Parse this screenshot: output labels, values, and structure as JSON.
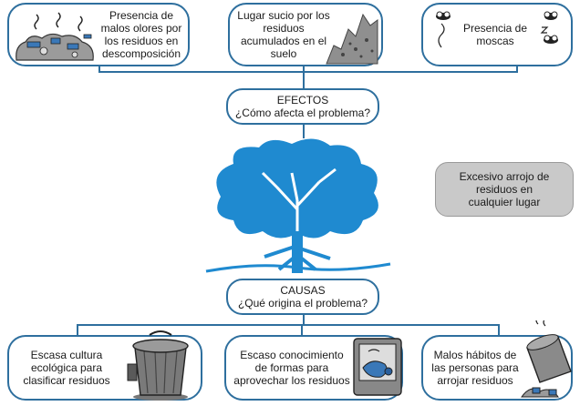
{
  "effects": {
    "title": "EFECTOS",
    "question": "¿Cómo afecta el problema?",
    "items": [
      {
        "text": "Presencia de malos olores por los residuos en descomposición"
      },
      {
        "text": "Lugar sucio por los residuos acumulados en el suelo"
      },
      {
        "text": "Presencia de moscas"
      }
    ]
  },
  "problem": {
    "text": "Excesivo arrojo de residuos en cualquier lugar"
  },
  "causes": {
    "title": "CAUSAS",
    "question": "¿Qué origina el problema?",
    "items": [
      {
        "text": "Escasa cultura ecológica para clasificar residuos"
      },
      {
        "text": "Escaso conocimiento de formas para aprovechar los residuos"
      },
      {
        "text": "Malos hábitos de las personas para arrojar residuos"
      }
    ]
  },
  "colors": {
    "border": "#2e6f9e",
    "tree": "#1f8ad0",
    "problem_box": "#c9c9c9"
  }
}
